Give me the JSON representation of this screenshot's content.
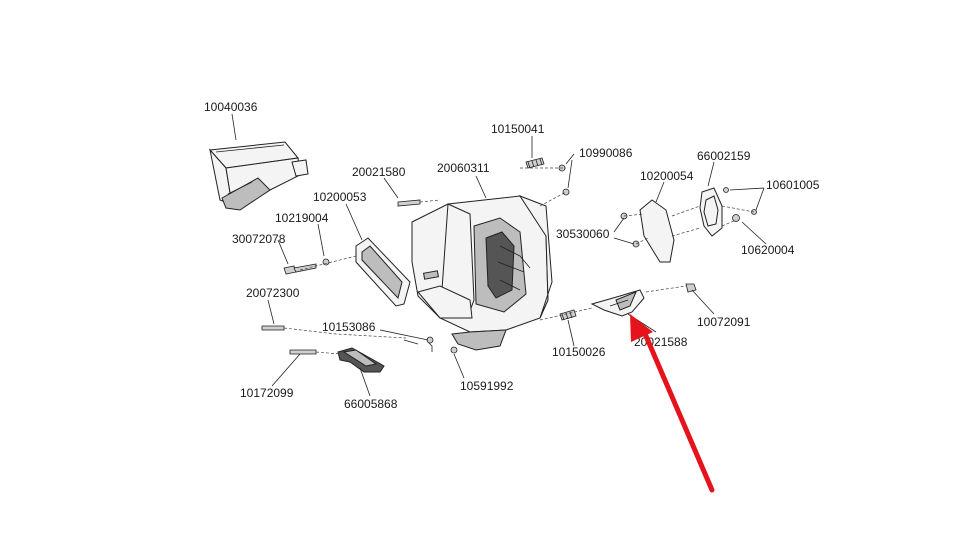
{
  "parts": [
    {
      "id": "10040036"
    },
    {
      "id": "10150041"
    },
    {
      "id": "10990086"
    },
    {
      "id": "20021580"
    },
    {
      "id": "20060311"
    },
    {
      "id": "10200053"
    },
    {
      "id": "10219004"
    },
    {
      "id": "30072078"
    },
    {
      "id": "20072300"
    },
    {
      "id": "10153086"
    },
    {
      "id": "10172099"
    },
    {
      "id": "66005868"
    },
    {
      "id": "10591992"
    },
    {
      "id": "10150026"
    },
    {
      "id": "20021588"
    },
    {
      "id": "10072091"
    },
    {
      "id": "30530060"
    },
    {
      "id": "10200054"
    },
    {
      "id": "66002159"
    },
    {
      "id": "10601005"
    },
    {
      "id": "10620004"
    }
  ],
  "colors": {
    "arrow": "#e5141c",
    "line": "#222222",
    "background": "#ffffff"
  }
}
